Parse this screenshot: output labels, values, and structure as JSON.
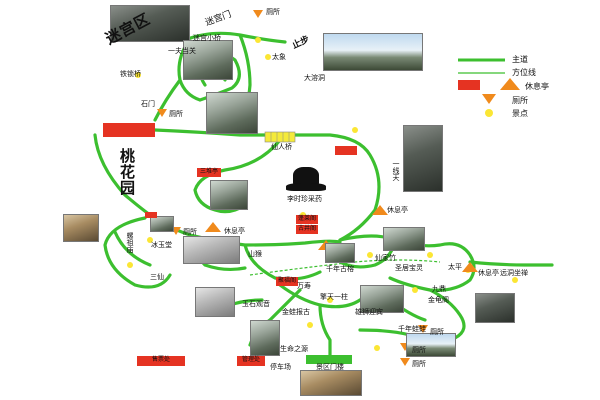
{
  "zones": {
    "maze": "迷宫区",
    "peach_garden": "桃花园",
    "maze_gate": "迷宫门",
    "stop": "止步"
  },
  "legend": {
    "main_road": "主道",
    "direction_line": "方位线",
    "rest_pavilion": "休息亭",
    "toilet": "厕所",
    "scenic_spot": "景点"
  },
  "labels": {
    "toilet_top": "厕所",
    "toilet_mid": "厕所",
    "toilet_left": "厕所",
    "toilet_bottom1": "厕所",
    "toilet_bottom2": "厕所",
    "toilet_bottom3": "厕所",
    "maze_small_bridge": "迷宫小桥",
    "yifu_dangguan": "一夫当关",
    "taixiang": "太象",
    "tiesuo_qiao": "铁锁桥",
    "dalong_dong": "大溶洞",
    "shi_men": "石门",
    "xianren_qiao": "仙人桥",
    "yixian_tian": "一线天",
    "san_dui_ting": "三堆亭",
    "li_shizhen": "李时珍采药",
    "rest_pavilion_1": "休息亭",
    "rest_pavilion_2": "休息亭",
    "rest_pavilion_3": "休息亭",
    "peng_lai": "蓬莱阁",
    "mu_zhu_miao": "螺祖庙",
    "bing_yu_ge": "冰玉堂",
    "gu_jing_ge": "古井阁",
    "ju_fu_ge": "聚福阁",
    "qian_nian_gu_mu": "千年古榕",
    "xian_jia_zhu": "仙家竹",
    "sheng_ju_bao_ling": "圣居宝灵",
    "tai_ping": "太平",
    "yuan_dong": "远洞坐禅",
    "jiu_ding": "九鼎",
    "jin_gui_ge": "金龟阁",
    "yu_shi_guan": "玉石观音",
    "jing_tian_yi_zhu": "擎天一柱",
    "jin_gui_bao_gu": "金蛙报古",
    "xiong_shi_jiao": "雄狮迎宾",
    "qian_nian_wa": "千年蛙蛙",
    "sheng_ming_zhi_yuan": "生命之源",
    "gate_house": "景区门楼",
    "shou_piao_chu": "售票处",
    "guan_li_chu": "管理处",
    "ti_kou": "停车场",
    "shan_hou": "山猴",
    "san_xian": "三仙",
    "wan_shou": "万寿"
  },
  "colors": {
    "road": "#3cbf2f",
    "rest": "#e53322",
    "toilet": "#f08a1c",
    "spot": "#fbe634",
    "gate": "#e53322",
    "bridge": "#f4ea3a"
  }
}
